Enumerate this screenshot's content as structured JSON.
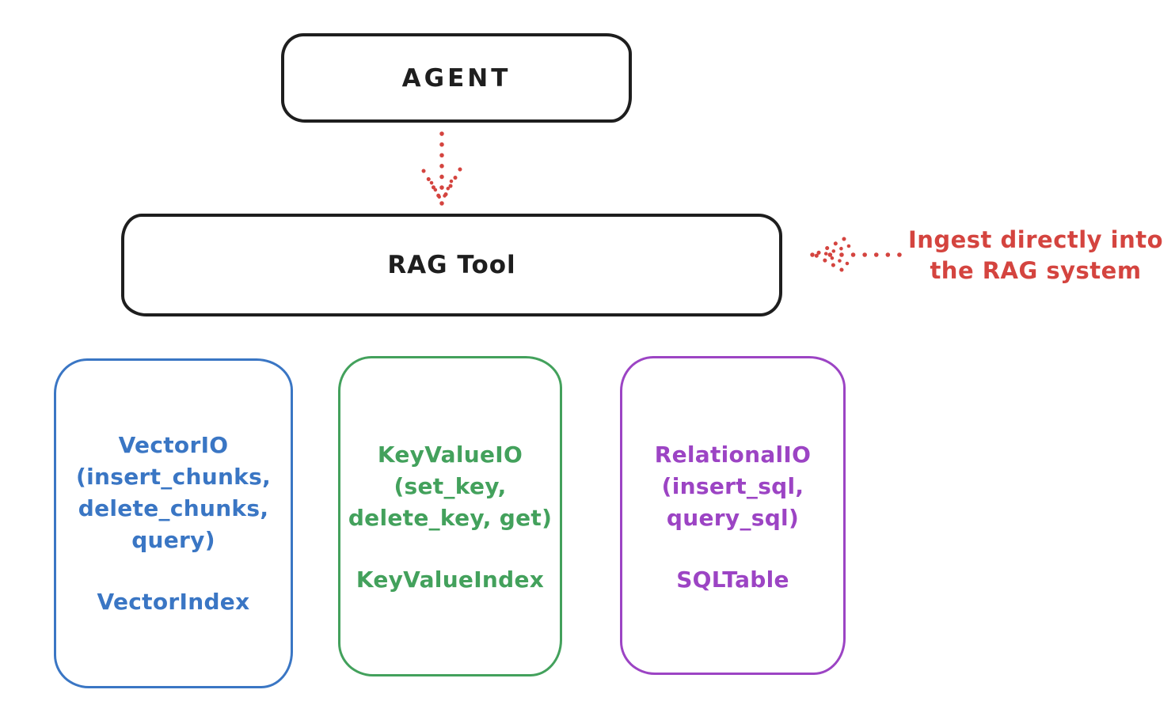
{
  "colors": {
    "stroke": "#1e1e1e",
    "red": "#d4443f",
    "blue": "#3a76c4",
    "green": "#43a15c",
    "purple": "#9c44c4",
    "background": "#ffffff"
  },
  "agent_box": {
    "label": "AGENT"
  },
  "rag_tool_box": {
    "label": "RAG Tool"
  },
  "annotation": {
    "line1": "Ingest directly into",
    "line2": "the RAG system"
  },
  "arrows": [
    {
      "name": "agent-to-rag-tool",
      "style": "dotted",
      "direction": "down"
    },
    {
      "name": "ingest-into-rag-tool",
      "style": "dotted",
      "direction": "left"
    }
  ],
  "io_boxes": [
    {
      "title": "VectorIO",
      "lines": [
        "VectorIO",
        "(insert_chunks,",
        "delete_chunks,",
        "query)"
      ],
      "index_label": "VectorIndex",
      "color": "#3a76c4"
    },
    {
      "title": "KeyValueIO",
      "lines": [
        "KeyValueIO",
        "(set_key,",
        "delete_key, get)"
      ],
      "index_label": "KeyValueIndex",
      "color": "#43a15c"
    },
    {
      "title": "RelationalIO",
      "lines": [
        "RelationalIO",
        "(insert_sql,",
        "query_sql)"
      ],
      "index_label": "SQLTable",
      "color": "#9c44c4"
    }
  ]
}
